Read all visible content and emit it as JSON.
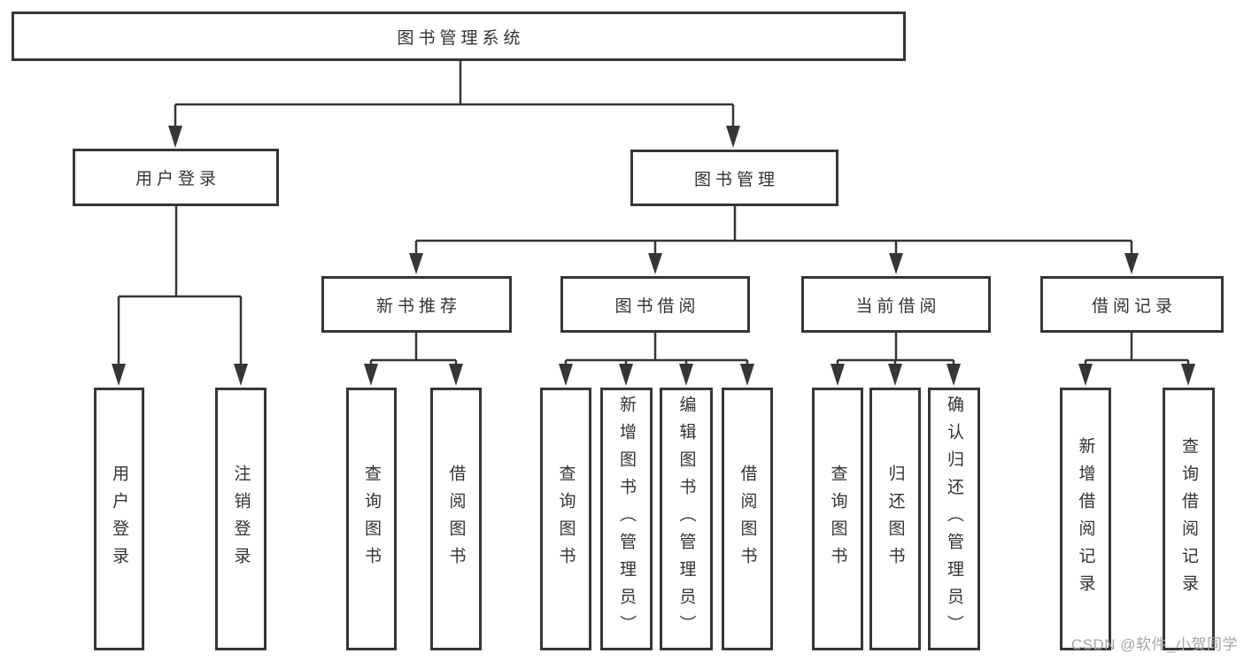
{
  "tree": {
    "root": {
      "label": "图书管理系统"
    },
    "branches": [
      {
        "label": "用户登录",
        "children": [
          {
            "label": "用户登录"
          },
          {
            "label": "注销登录"
          }
        ]
      },
      {
        "label": "图书管理",
        "children": [
          {
            "label": "新书推荐",
            "children": [
              {
                "label": "查询图书"
              },
              {
                "label": "借阅图书"
              }
            ]
          },
          {
            "label": "图书借阅",
            "children": [
              {
                "label": "查询图书"
              },
              {
                "label": "新增图书（管理员）"
              },
              {
                "label": "编辑图书（管理员）"
              },
              {
                "label": "借阅图书"
              }
            ]
          },
          {
            "label": "当前借阅",
            "children": [
              {
                "label": "查询图书"
              },
              {
                "label": "归还图书"
              },
              {
                "label": "确认归还（管理员）"
              }
            ]
          },
          {
            "label": "借阅记录",
            "children": [
              {
                "label": "新增借阅记录"
              },
              {
                "label": "查询借阅记录"
              }
            ]
          }
        ]
      }
    ]
  },
  "watermark": {
    "text": "CSDN @软件_小贺同学"
  },
  "colors": {
    "line": "#363636",
    "text": "#333333",
    "watermark": "#a6a6a6",
    "background": "#ffffff"
  }
}
